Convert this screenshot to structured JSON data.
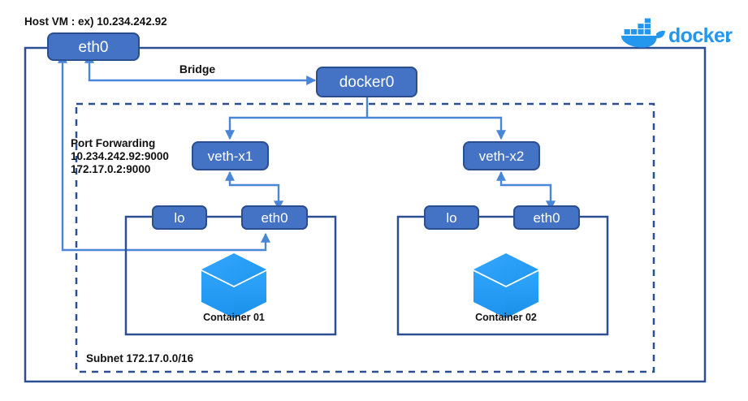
{
  "meta": {
    "title": "Docker Host Networking Diagram",
    "colors": {
      "node_fill": "#4472c4",
      "node_stroke": "#2a4e8e",
      "arrow_blue": "#4a86d8",
      "border_navy": "#2b4f91",
      "docker_blue": "#2396ed",
      "cube_blue": "#2da1f8",
      "cube_blue_dark": "#1a8fe3",
      "text_black": "#111111"
    }
  },
  "header": {
    "host_label": "Host VM : ex) 10.234.242.92",
    "brand": {
      "name": "docker",
      "icon": "docker-whale-icon"
    }
  },
  "host": {
    "eth0": {
      "label": "eth0"
    },
    "docker0": {
      "label": "docker0"
    },
    "bridge_label": "Bridge",
    "port_forwarding": {
      "title": "Port Forwarding",
      "line1": "10.234.242.92:9000",
      "line2": "172.17.0.2:9000"
    }
  },
  "subnet": {
    "label": "Subnet 172.17.0.0/16"
  },
  "veths": [
    {
      "label": "veth-x1"
    },
    {
      "label": "veth-x2"
    }
  ],
  "containers": [
    {
      "name": "Container 01",
      "lo": "lo",
      "eth0": "eth0",
      "icon": "container-cube-icon"
    },
    {
      "name": "Container 02",
      "lo": "lo",
      "eth0": "eth0",
      "icon": "container-cube-icon"
    }
  ]
}
